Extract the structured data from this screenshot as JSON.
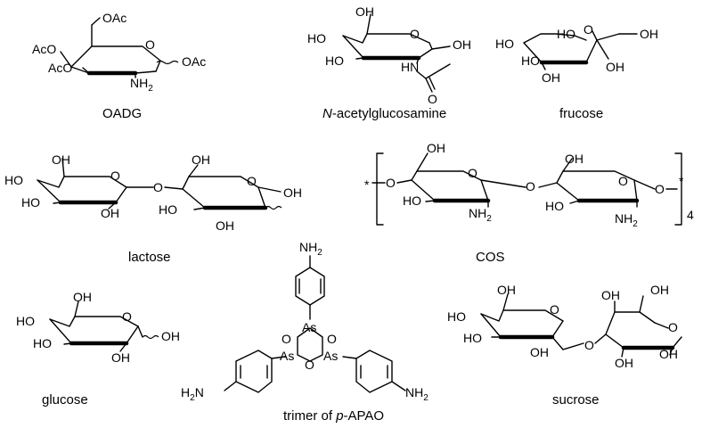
{
  "labels": {
    "oadg": "OADG",
    "nag_prefix": "N",
    "nag_rest": "-acetylglucosamine",
    "fucose": "frucose",
    "lactose": "lactose",
    "cos": "COS",
    "glucose": "glucose",
    "trimer_prefix": "trimer of ",
    "trimer_p": "p",
    "trimer_rest": "-APAO",
    "sucrose": "sucrose"
  },
  "atoms": {
    "oac": "OAc",
    "aco": "AcO",
    "oh": "OH",
    "ho": "HO",
    "nh2": "NH",
    "h2n": "H",
    "two": "2",
    "o": "O",
    "hn": "HN",
    "as": "As",
    "n_suffix": "N",
    "star": "*",
    "repeat": "4"
  }
}
